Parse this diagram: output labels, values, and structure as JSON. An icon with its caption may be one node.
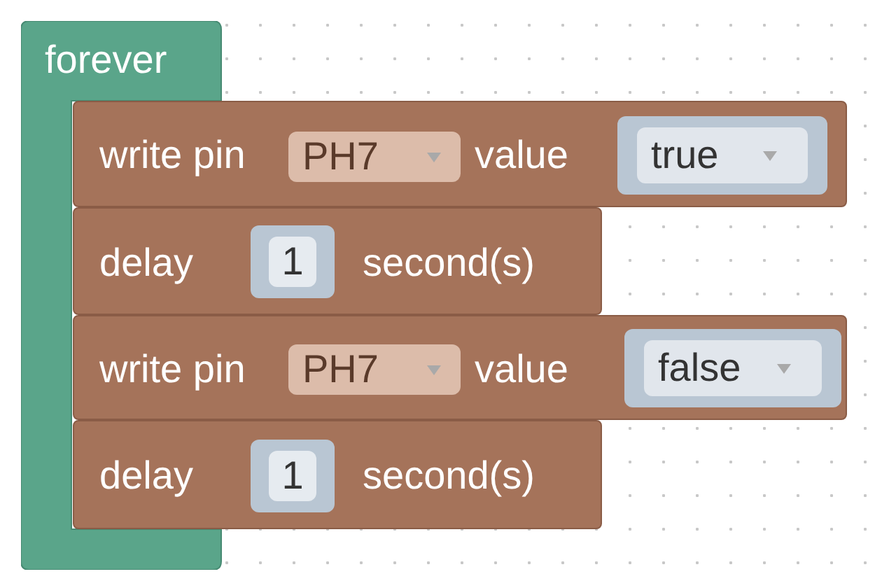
{
  "diagram": {
    "nodes": [
      {
        "text": [
          "forever"
        ]
      },
      {
        "text": [
          "write pin",
          "value"
        ]
      },
      {
        "text": [
          "PH7"
        ],
        "in": 1
      },
      {
        "text": [
          "true"
        ],
        "in": 1
      },
      {
        "text": [
          "delay",
          "second(s)"
        ]
      },
      {
        "text": [
          "1"
        ],
        "in": 4
      },
      {
        "text": [
          "write pin",
          "value"
        ]
      },
      {
        "text": [
          "PH7"
        ],
        "in": 6
      },
      {
        "text": [
          "false"
        ],
        "in": 6
      },
      {
        "text": [
          "delay",
          "second(s)"
        ]
      },
      {
        "text": [
          "1"
        ],
        "in": 9
      }
    ]
  }
}
